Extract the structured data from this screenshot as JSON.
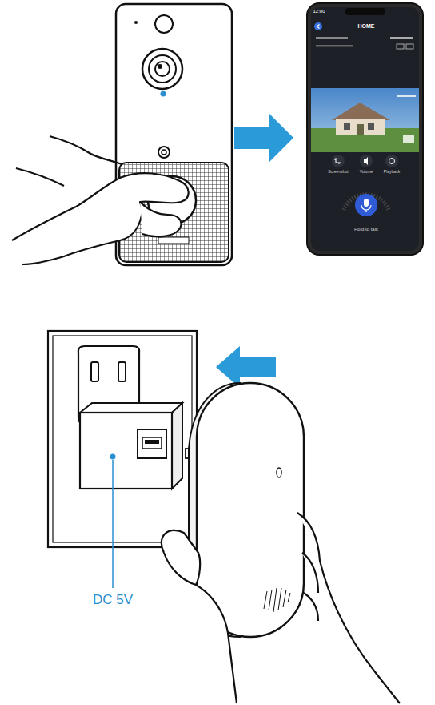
{
  "diagram": {
    "labels": [
      "12:00",
      "HOME",
      "Screenshot",
      "Volume",
      "Playback",
      "Hold to talk",
      "DC 5V"
    ]
  }
}
